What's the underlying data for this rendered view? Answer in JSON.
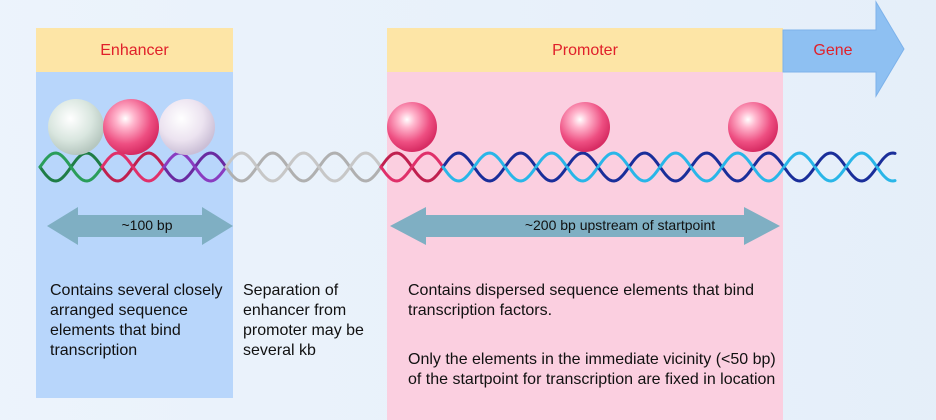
{
  "regions": {
    "enhancer": {
      "label": "Enhancer",
      "description": "Contains several closely arranged sequence elements that bind transcription"
    },
    "separation": {
      "description": "Separation of enhancer from promoter may be several kb"
    },
    "promoter": {
      "label": "Promoter",
      "description_1": "Contains dispersed sequence elements that bind transcription factors.",
      "description_2": "Only the elements in the immediate vicinity (<50 bp) of the startpoint for transcription are fixed in location"
    },
    "gene": {
      "label": "Gene"
    }
  },
  "spans": {
    "enhancer_span": "~100 bp",
    "promoter_span": "~200 bp upstream of startpoint"
  },
  "colors": {
    "label_red": "#e0202a",
    "enhancer_bg": "#b8d6fb",
    "promoter_bg": "#fbcfe0",
    "header_bg": "#fde5a6",
    "gene_arrow": "#8ec0f2",
    "span_arrow": "#7fafc3"
  }
}
